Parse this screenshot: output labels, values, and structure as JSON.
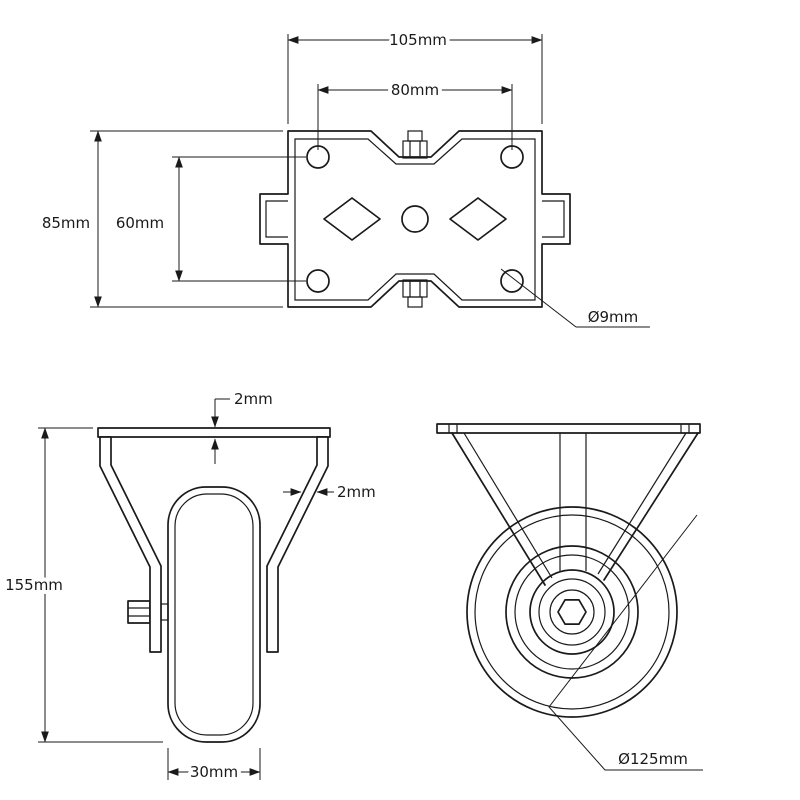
{
  "title": "Fixed caster technical drawing",
  "colors": {
    "line": "#1a1a1a",
    "background": "#ffffff"
  },
  "views": {
    "top": {
      "name": "top-plate-view",
      "dimensions": {
        "overall_width": "105mm",
        "hole_spacing_x": "80mm",
        "overall_depth": "85mm",
        "hole_spacing_y": "60mm",
        "hole_diameter": "Ø9mm"
      }
    },
    "front": {
      "name": "front-view",
      "dimensions": {
        "plate_thickness": "2mm",
        "bracket_thickness": "2mm",
        "overall_height": "155mm",
        "wheel_width": "30mm"
      }
    },
    "side": {
      "name": "side-view",
      "dimensions": {
        "wheel_diameter": "Ø125mm"
      }
    }
  }
}
